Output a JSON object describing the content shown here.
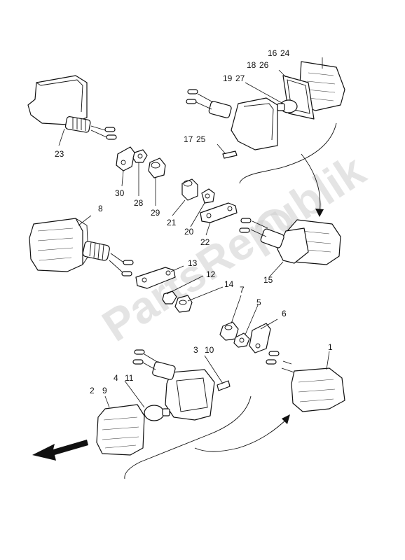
{
  "watermark": "PartsRepublik",
  "callouts": {
    "n1": "1",
    "n2": "2",
    "n3": "3",
    "n4": "4",
    "n5": "5",
    "n6": "6",
    "n7": "7",
    "n8": "8",
    "n9": "9",
    "n10": "10",
    "n11": "11",
    "n12": "12",
    "n13": "13",
    "n14": "14",
    "n15": "15",
    "n16": "16",
    "n17": "17",
    "n18": "18",
    "n19": "19",
    "n20": "20",
    "n21": "21",
    "n22": "22",
    "n23": "23",
    "n24": "24",
    "n25": "25",
    "n26": "26",
    "n27": "27",
    "n28": "28",
    "n29": "29",
    "n30": "30"
  }
}
